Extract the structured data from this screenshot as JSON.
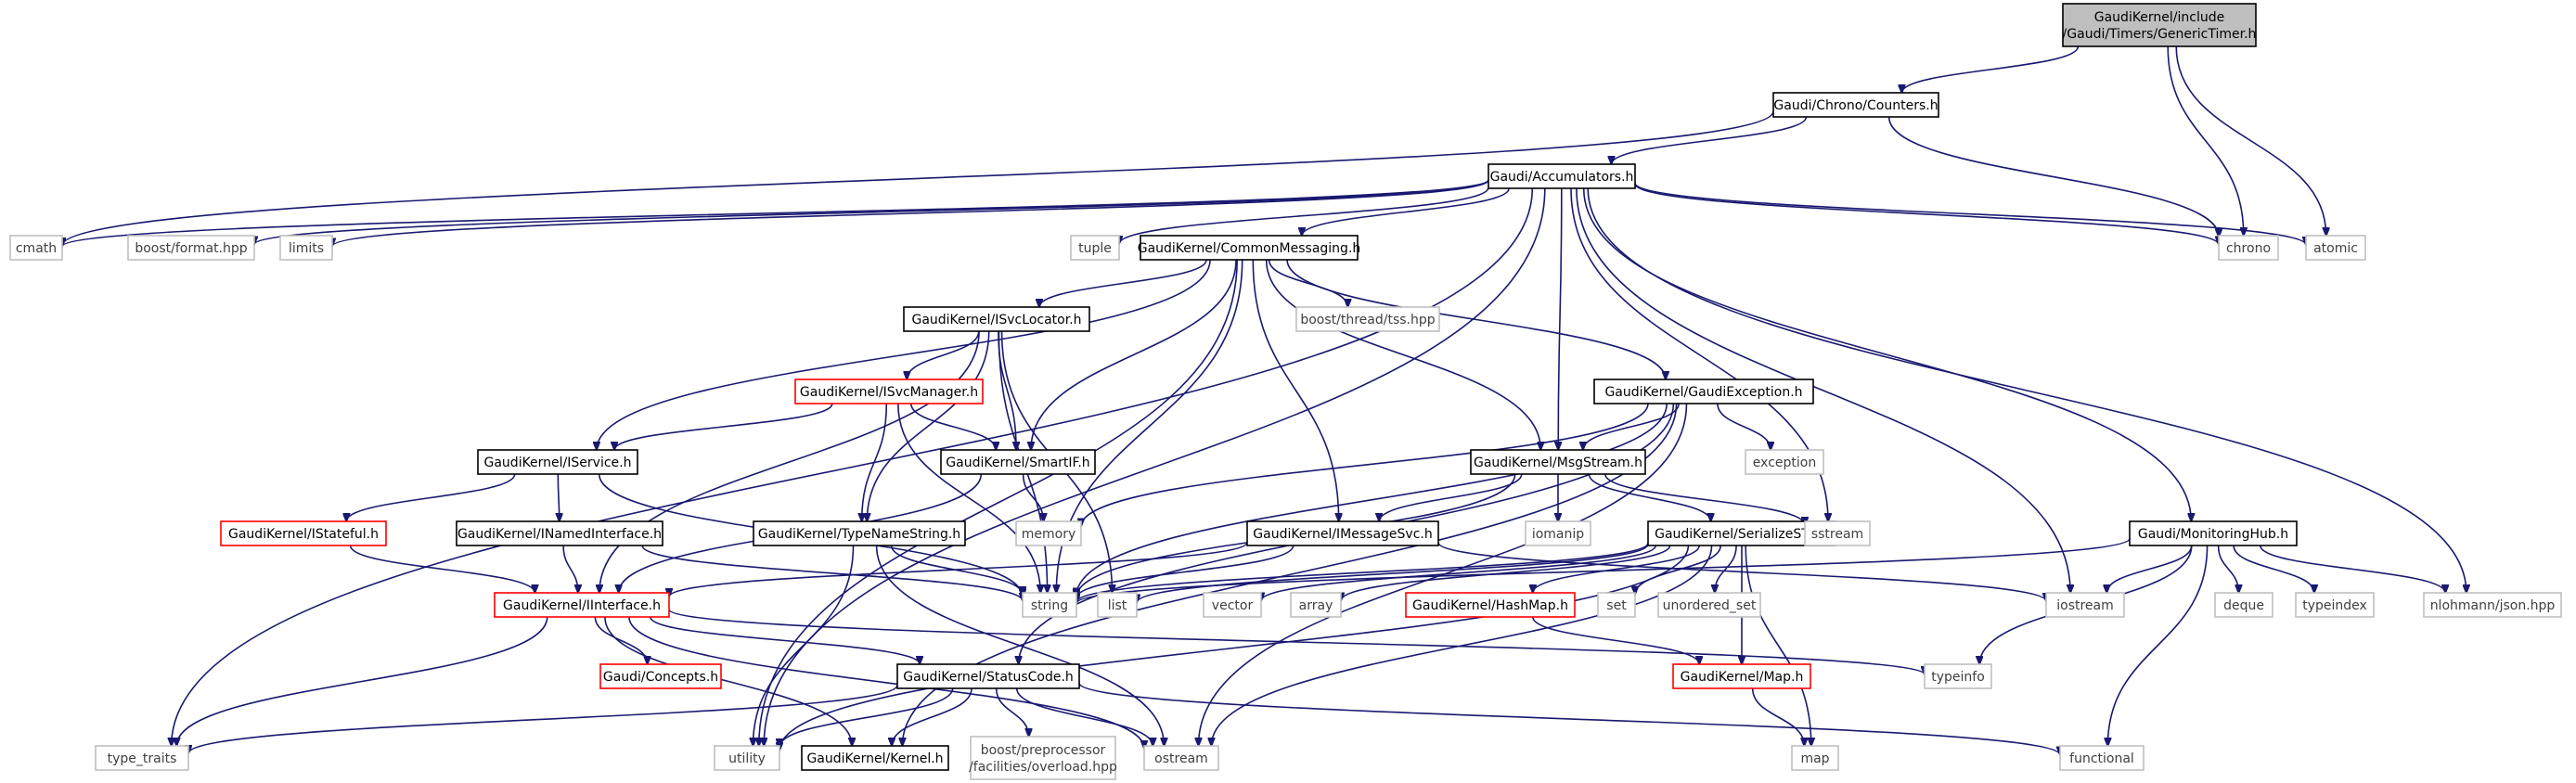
{
  "title": "GaudiKernel/include/Gaudi/Timers/GenericTimer.h include dependency graph",
  "colors": {
    "edge": "#191970",
    "border_documented": "#000000",
    "border_undocumented": "#bfbfbf",
    "border_truncated": "#ff0000",
    "root_fill": "#bfbfbf",
    "text_documented": "#000000",
    "text_external": "#3f3f3f"
  },
  "nodes": [
    {
      "id": "root",
      "lines": [
        "GaudiKernel/include",
        "/Gaudi/Timers/GenericTimer.h"
      ],
      "kind": "root"
    },
    {
      "id": "counters",
      "lines": [
        "Gaudi/Chrono/Counters.h"
      ],
      "kind": "doc"
    },
    {
      "id": "accum",
      "lines": [
        "Gaudi/Accumulators.h"
      ],
      "kind": "doc"
    },
    {
      "id": "cmath",
      "lines": [
        "cmath"
      ],
      "kind": "ext"
    },
    {
      "id": "boostformat",
      "lines": [
        "boost/format.hpp"
      ],
      "kind": "ext"
    },
    {
      "id": "limits",
      "lines": [
        "limits"
      ],
      "kind": "ext"
    },
    {
      "id": "tuple",
      "lines": [
        "tuple"
      ],
      "kind": "ext"
    },
    {
      "id": "commonmsg",
      "lines": [
        "GaudiKernel/CommonMessaging.h"
      ],
      "kind": "doc"
    },
    {
      "id": "chrono",
      "lines": [
        "chrono"
      ],
      "kind": "ext"
    },
    {
      "id": "atomic",
      "lines": [
        "atomic"
      ],
      "kind": "ext"
    },
    {
      "id": "isvclocator",
      "lines": [
        "GaudiKernel/ISvcLocator.h"
      ],
      "kind": "doc"
    },
    {
      "id": "boosttss",
      "lines": [
        "boost/thread/tss.hpp"
      ],
      "kind": "ext"
    },
    {
      "id": "isvcmanager",
      "lines": [
        "GaudiKernel/ISvcManager.h"
      ],
      "kind": "trunc"
    },
    {
      "id": "gaudiexc",
      "lines": [
        "GaudiKernel/GaudiException.h"
      ],
      "kind": "doc"
    },
    {
      "id": "iservice",
      "lines": [
        "GaudiKernel/IService.h"
      ],
      "kind": "doc"
    },
    {
      "id": "smartif",
      "lines": [
        "GaudiKernel/SmartIF.h"
      ],
      "kind": "doc"
    },
    {
      "id": "msgstream",
      "lines": [
        "GaudiKernel/MsgStream.h"
      ],
      "kind": "doc"
    },
    {
      "id": "exception",
      "lines": [
        "exception"
      ],
      "kind": "ext"
    },
    {
      "id": "istateful",
      "lines": [
        "GaudiKernel/IStateful.h"
      ],
      "kind": "trunc"
    },
    {
      "id": "inamed",
      "lines": [
        "GaudiKernel/INamedInterface.h"
      ],
      "kind": "doc"
    },
    {
      "id": "typenamestr",
      "lines": [
        "GaudiKernel/TypeNameString.h"
      ],
      "kind": "doc"
    },
    {
      "id": "memory",
      "lines": [
        "memory"
      ],
      "kind": "ext"
    },
    {
      "id": "imessagesvc",
      "lines": [
        "GaudiKernel/IMessageSvc.h"
      ],
      "kind": "doc"
    },
    {
      "id": "iomanip",
      "lines": [
        "iomanip"
      ],
      "kind": "ext"
    },
    {
      "id": "serializestl",
      "lines": [
        "GaudiKernel/SerializeSTL.h"
      ],
      "kind": "doc"
    },
    {
      "id": "sstream",
      "lines": [
        "sstream"
      ],
      "kind": "ext"
    },
    {
      "id": "monhub",
      "lines": [
        "Gaudi/MonitoringHub.h"
      ],
      "kind": "doc"
    },
    {
      "id": "iinterface",
      "lines": [
        "GaudiKernel/IInterface.h"
      ],
      "kind": "trunc"
    },
    {
      "id": "string",
      "lines": [
        "string"
      ],
      "kind": "ext"
    },
    {
      "id": "list",
      "lines": [
        "list"
      ],
      "kind": "ext"
    },
    {
      "id": "vector",
      "lines": [
        "vector"
      ],
      "kind": "ext"
    },
    {
      "id": "array",
      "lines": [
        "array"
      ],
      "kind": "ext"
    },
    {
      "id": "hashmap",
      "lines": [
        "GaudiKernel/HashMap.h"
      ],
      "kind": "trunc"
    },
    {
      "id": "set",
      "lines": [
        "set"
      ],
      "kind": "ext"
    },
    {
      "id": "unordset",
      "lines": [
        "unordered_set"
      ],
      "kind": "ext"
    },
    {
      "id": "iostream",
      "lines": [
        "iostream"
      ],
      "kind": "ext"
    },
    {
      "id": "deque",
      "lines": [
        "deque"
      ],
      "kind": "ext"
    },
    {
      "id": "typeindex",
      "lines": [
        "typeindex"
      ],
      "kind": "ext"
    },
    {
      "id": "json",
      "lines": [
        "nlohmann/json.hpp"
      ],
      "kind": "ext"
    },
    {
      "id": "concepts",
      "lines": [
        "Gaudi/Concepts.h"
      ],
      "kind": "trunc"
    },
    {
      "id": "statuscode",
      "lines": [
        "GaudiKernel/StatusCode.h"
      ],
      "kind": "doc"
    },
    {
      "id": "map_h",
      "lines": [
        "GaudiKernel/Map.h"
      ],
      "kind": "trunc"
    },
    {
      "id": "typeinfo",
      "lines": [
        "typeinfo"
      ],
      "kind": "ext"
    },
    {
      "id": "typetraits",
      "lines": [
        "type_traits"
      ],
      "kind": "ext"
    },
    {
      "id": "utility",
      "lines": [
        "utility"
      ],
      "kind": "ext"
    },
    {
      "id": "kernel",
      "lines": [
        "GaudiKernel/Kernel.h"
      ],
      "kind": "doc"
    },
    {
      "id": "boostpp",
      "lines": [
        "boost/preprocessor",
        "/facilities/overload.hpp"
      ],
      "kind": "ext"
    },
    {
      "id": "ostream",
      "lines": [
        "ostream"
      ],
      "kind": "ext"
    },
    {
      "id": "map",
      "lines": [
        "map"
      ],
      "kind": "ext"
    },
    {
      "id": "functional",
      "lines": [
        "functional"
      ],
      "kind": "ext"
    }
  ],
  "edges": [
    [
      "root",
      "counters"
    ],
    [
      "root",
      "chrono"
    ],
    [
      "root",
      "atomic"
    ],
    [
      "counters",
      "accum"
    ],
    [
      "counters",
      "cmath"
    ],
    [
      "counters",
      "chrono"
    ],
    [
      "accum",
      "cmath"
    ],
    [
      "accum",
      "boostformat"
    ],
    [
      "accum",
      "limits"
    ],
    [
      "accum",
      "tuple"
    ],
    [
      "accum",
      "commonmsg"
    ],
    [
      "accum",
      "msgstream"
    ],
    [
      "accum",
      "chrono"
    ],
    [
      "accum",
      "atomic"
    ],
    [
      "accum",
      "sstream"
    ],
    [
      "accum",
      "iostream"
    ],
    [
      "accum",
      "monhub"
    ],
    [
      "accum",
      "json"
    ],
    [
      "accum",
      "typetraits"
    ],
    [
      "accum",
      "utility"
    ],
    [
      "commonmsg",
      "isvclocator"
    ],
    [
      "commonmsg",
      "boosttss"
    ],
    [
      "commonmsg",
      "gaudiexc"
    ],
    [
      "commonmsg",
      "iservice"
    ],
    [
      "commonmsg",
      "smartif"
    ],
    [
      "commonmsg",
      "msgstream"
    ],
    [
      "commonmsg",
      "imessagesvc"
    ],
    [
      "commonmsg",
      "string"
    ],
    [
      "commonmsg",
      "utility"
    ],
    [
      "isvclocator",
      "isvcmanager"
    ],
    [
      "isvclocator",
      "smartif"
    ],
    [
      "isvclocator",
      "typenamestr"
    ],
    [
      "isvclocator",
      "iinterface"
    ],
    [
      "isvclocator",
      "string"
    ],
    [
      "isvclocator",
      "list"
    ],
    [
      "isvcmanager",
      "iservice"
    ],
    [
      "isvcmanager",
      "smartif"
    ],
    [
      "isvcmanager",
      "typenamestr"
    ],
    [
      "isvcmanager",
      "string"
    ],
    [
      "iservice",
      "istateful"
    ],
    [
      "iservice",
      "inamed"
    ],
    [
      "iservice",
      "string"
    ],
    [
      "istateful",
      "iinterface"
    ],
    [
      "inamed",
      "iinterface"
    ],
    [
      "inamed",
      "string"
    ],
    [
      "smartif",
      "iinterface"
    ],
    [
      "smartif",
      "memory"
    ],
    [
      "typenamestr",
      "string"
    ],
    [
      "typenamestr",
      "utility"
    ],
    [
      "typenamestr",
      "ostream"
    ],
    [
      "gaudiexc",
      "msgstream"
    ],
    [
      "gaudiexc",
      "exception"
    ],
    [
      "gaudiexc",
      "memory"
    ],
    [
      "gaudiexc",
      "string"
    ],
    [
      "gaudiexc",
      "statuscode"
    ],
    [
      "gaudiexc",
      "kernel"
    ],
    [
      "gaudiexc",
      "ostream"
    ],
    [
      "msgstream",
      "imessagesvc"
    ],
    [
      "msgstream",
      "iomanip"
    ],
    [
      "msgstream",
      "serializestl"
    ],
    [
      "msgstream",
      "sstream"
    ],
    [
      "msgstream",
      "string"
    ],
    [
      "imessagesvc",
      "iinterface"
    ],
    [
      "imessagesvc",
      "string"
    ],
    [
      "imessagesvc",
      "iostream"
    ],
    [
      "serializestl",
      "string"
    ],
    [
      "serializestl",
      "list"
    ],
    [
      "serializestl",
      "vector"
    ],
    [
      "serializestl",
      "array"
    ],
    [
      "serializestl",
      "hashmap"
    ],
    [
      "serializestl",
      "set"
    ],
    [
      "serializestl",
      "unordset"
    ],
    [
      "serializestl",
      "map_h"
    ],
    [
      "serializestl",
      "map"
    ],
    [
      "serializestl",
      "ostream"
    ],
    [
      "serializestl",
      "utility"
    ],
    [
      "hashmap",
      "map_h"
    ],
    [
      "map_h",
      "map"
    ],
    [
      "monhub",
      "string"
    ],
    [
      "monhub",
      "iostream"
    ],
    [
      "monhub",
      "deque"
    ],
    [
      "monhub",
      "typeindex"
    ],
    [
      "monhub",
      "json"
    ],
    [
      "monhub",
      "typeinfo"
    ],
    [
      "monhub",
      "functional"
    ],
    [
      "iinterface",
      "concepts"
    ],
    [
      "iinterface",
      "statuscode"
    ],
    [
      "iinterface",
      "typeinfo"
    ],
    [
      "iinterface",
      "typetraits"
    ],
    [
      "iinterface",
      "kernel"
    ],
    [
      "iinterface",
      "ostream"
    ],
    [
      "statuscode",
      "typetraits"
    ],
    [
      "statuscode",
      "utility"
    ],
    [
      "statuscode",
      "kernel"
    ],
    [
      "statuscode",
      "boostpp"
    ],
    [
      "statuscode",
      "ostream"
    ],
    [
      "statuscode",
      "functional"
    ]
  ]
}
